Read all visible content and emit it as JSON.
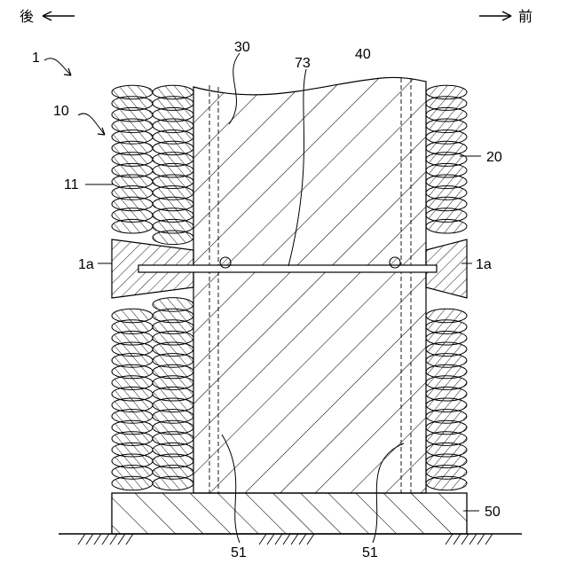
{
  "directions": {
    "rear": "後",
    "front": "前"
  },
  "labels": {
    "l1": "1",
    "l10": "10",
    "l11": "11",
    "l1a_left": "1a",
    "l1a_right": "1a",
    "l30": "30",
    "l73": "73",
    "l40": "40",
    "l20": "20",
    "l50": "50",
    "l51_left": "51",
    "l51_right": "51"
  }
}
